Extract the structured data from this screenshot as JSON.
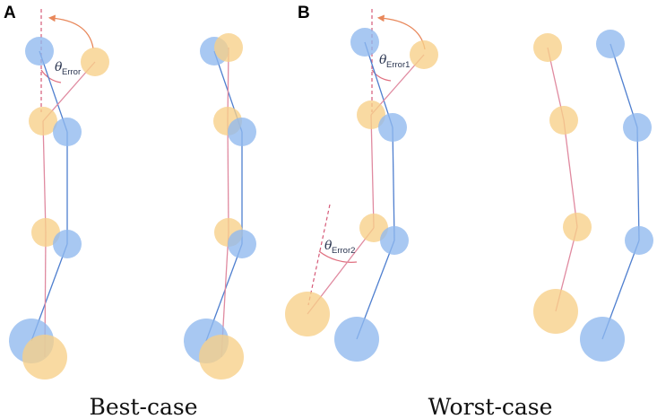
{
  "panels": {
    "a_letter": "A",
    "b_letter": "B"
  },
  "captions": {
    "best": "Best-case",
    "worst": "Worst-case"
  },
  "angles": {
    "theta_symbol": "θ",
    "error_sub": "Error",
    "error1_sub": "Error1",
    "error2_sub": "Error2"
  },
  "colors": {
    "ground_truth": "#8fb8ee",
    "prediction": "#f7cf88",
    "arrow": "#e8875a"
  }
}
